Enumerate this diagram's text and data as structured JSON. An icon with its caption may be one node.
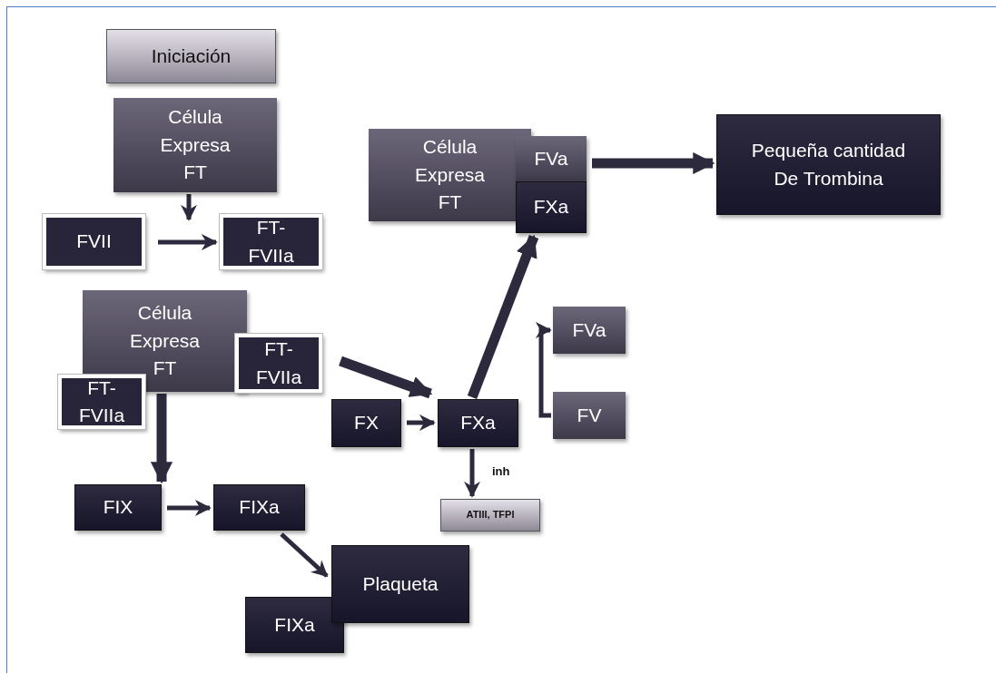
{
  "diagram": {
    "nodes": [
      {
        "text": [
          "Iniciación"
        ]
      },
      {
        "text": [
          "Célula Expresa FT"
        ]
      },
      {
        "text": [
          "FVII"
        ]
      },
      {
        "text": [
          "FT- FVIIa"
        ]
      },
      {
        "text": [
          "Célula Expresa FT"
        ]
      },
      {
        "text": [
          "FT- FVIIa"
        ]
      },
      {
        "text": [
          "FT- FVIIa"
        ]
      },
      {
        "text": [
          "Célula Expresa FT"
        ]
      },
      {
        "text": [
          "FVa"
        ]
      },
      {
        "text": [
          "FXa"
        ]
      },
      {
        "text": [
          "Pequeña cantidad De Trombina"
        ]
      },
      {
        "text": [
          "FX"
        ]
      },
      {
        "text": [
          "FXa"
        ]
      },
      {
        "text": [
          "FVa"
        ]
      },
      {
        "text": [
          "FV"
        ]
      },
      {
        "text": [
          "ATIII, TFPI"
        ]
      },
      {
        "text": [
          "FIX"
        ]
      },
      {
        "text": [
          "FIXa"
        ]
      },
      {
        "text": [
          "Plaqueta"
        ]
      },
      {
        "text": [
          "FIXa"
        ]
      }
    ],
    "edges": [
      {
        "from": 1,
        "to": null,
        "arrow": "to"
      },
      {
        "from": 2,
        "to": 3,
        "arrow": "to"
      },
      {
        "from": 4,
        "to": 16,
        "arrow": "to",
        "style": "thick"
      },
      {
        "from": 5,
        "to": 12,
        "arrow": "to",
        "style": "thick"
      },
      {
        "from": 11,
        "to": 12,
        "arrow": "to"
      },
      {
        "from": 12,
        "to": 9,
        "arrow": "to",
        "style": "thick"
      },
      {
        "from": 14,
        "to": 13,
        "arrow": "to"
      },
      {
        "from": 12,
        "to": 15,
        "arrow": "to",
        "label": "inh"
      },
      {
        "from": 16,
        "to": 17,
        "arrow": "to"
      },
      {
        "from": 17,
        "to": 18,
        "arrow": "to"
      },
      {
        "from": 8,
        "to": 10,
        "arrow": "to",
        "style": "thick"
      }
    ]
  }
}
